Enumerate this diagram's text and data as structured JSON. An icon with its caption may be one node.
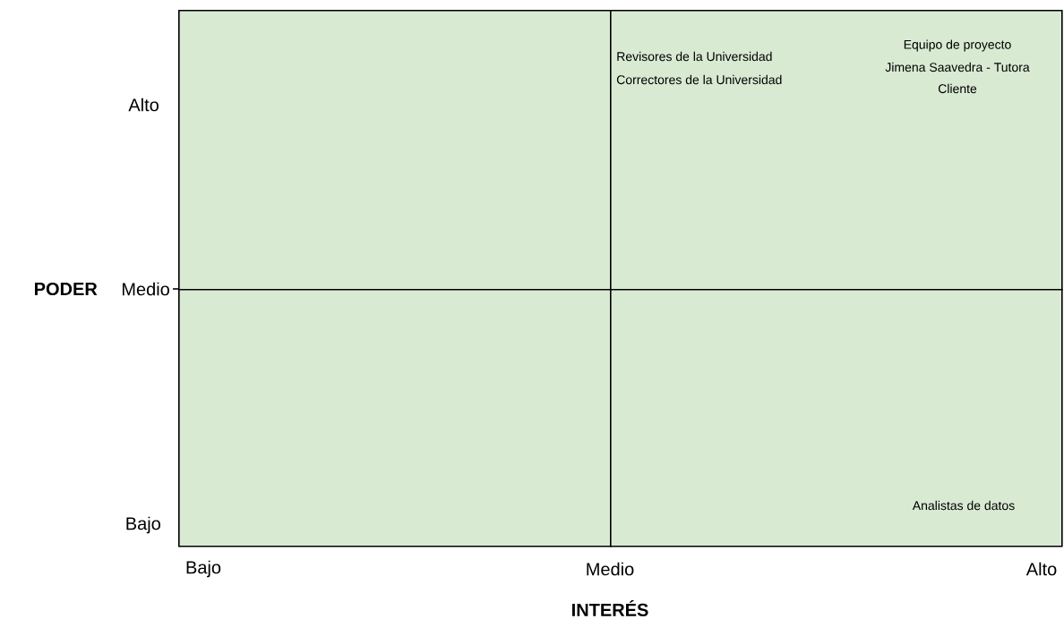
{
  "diagram": {
    "nodes": [
      {
        "text": [],
        "shape": "box"
      },
      {
        "text": [
          "Revisores de la Universidad",
          "Correctores de la Universidad",
          "Equipo de proyecto",
          "Jimena Saavedra - Tutora",
          "Cliente"
        ]
      },
      {
        "text": [],
        "shape": "box"
      },
      {
        "text": [
          "Analistas de datos"
        ]
      }
    ],
    "labels": [
      "Alto",
      "PODER",
      "Medio",
      "Bajo",
      "Bajo",
      "Medio",
      "Alto",
      "INTERÉS"
    ]
  }
}
